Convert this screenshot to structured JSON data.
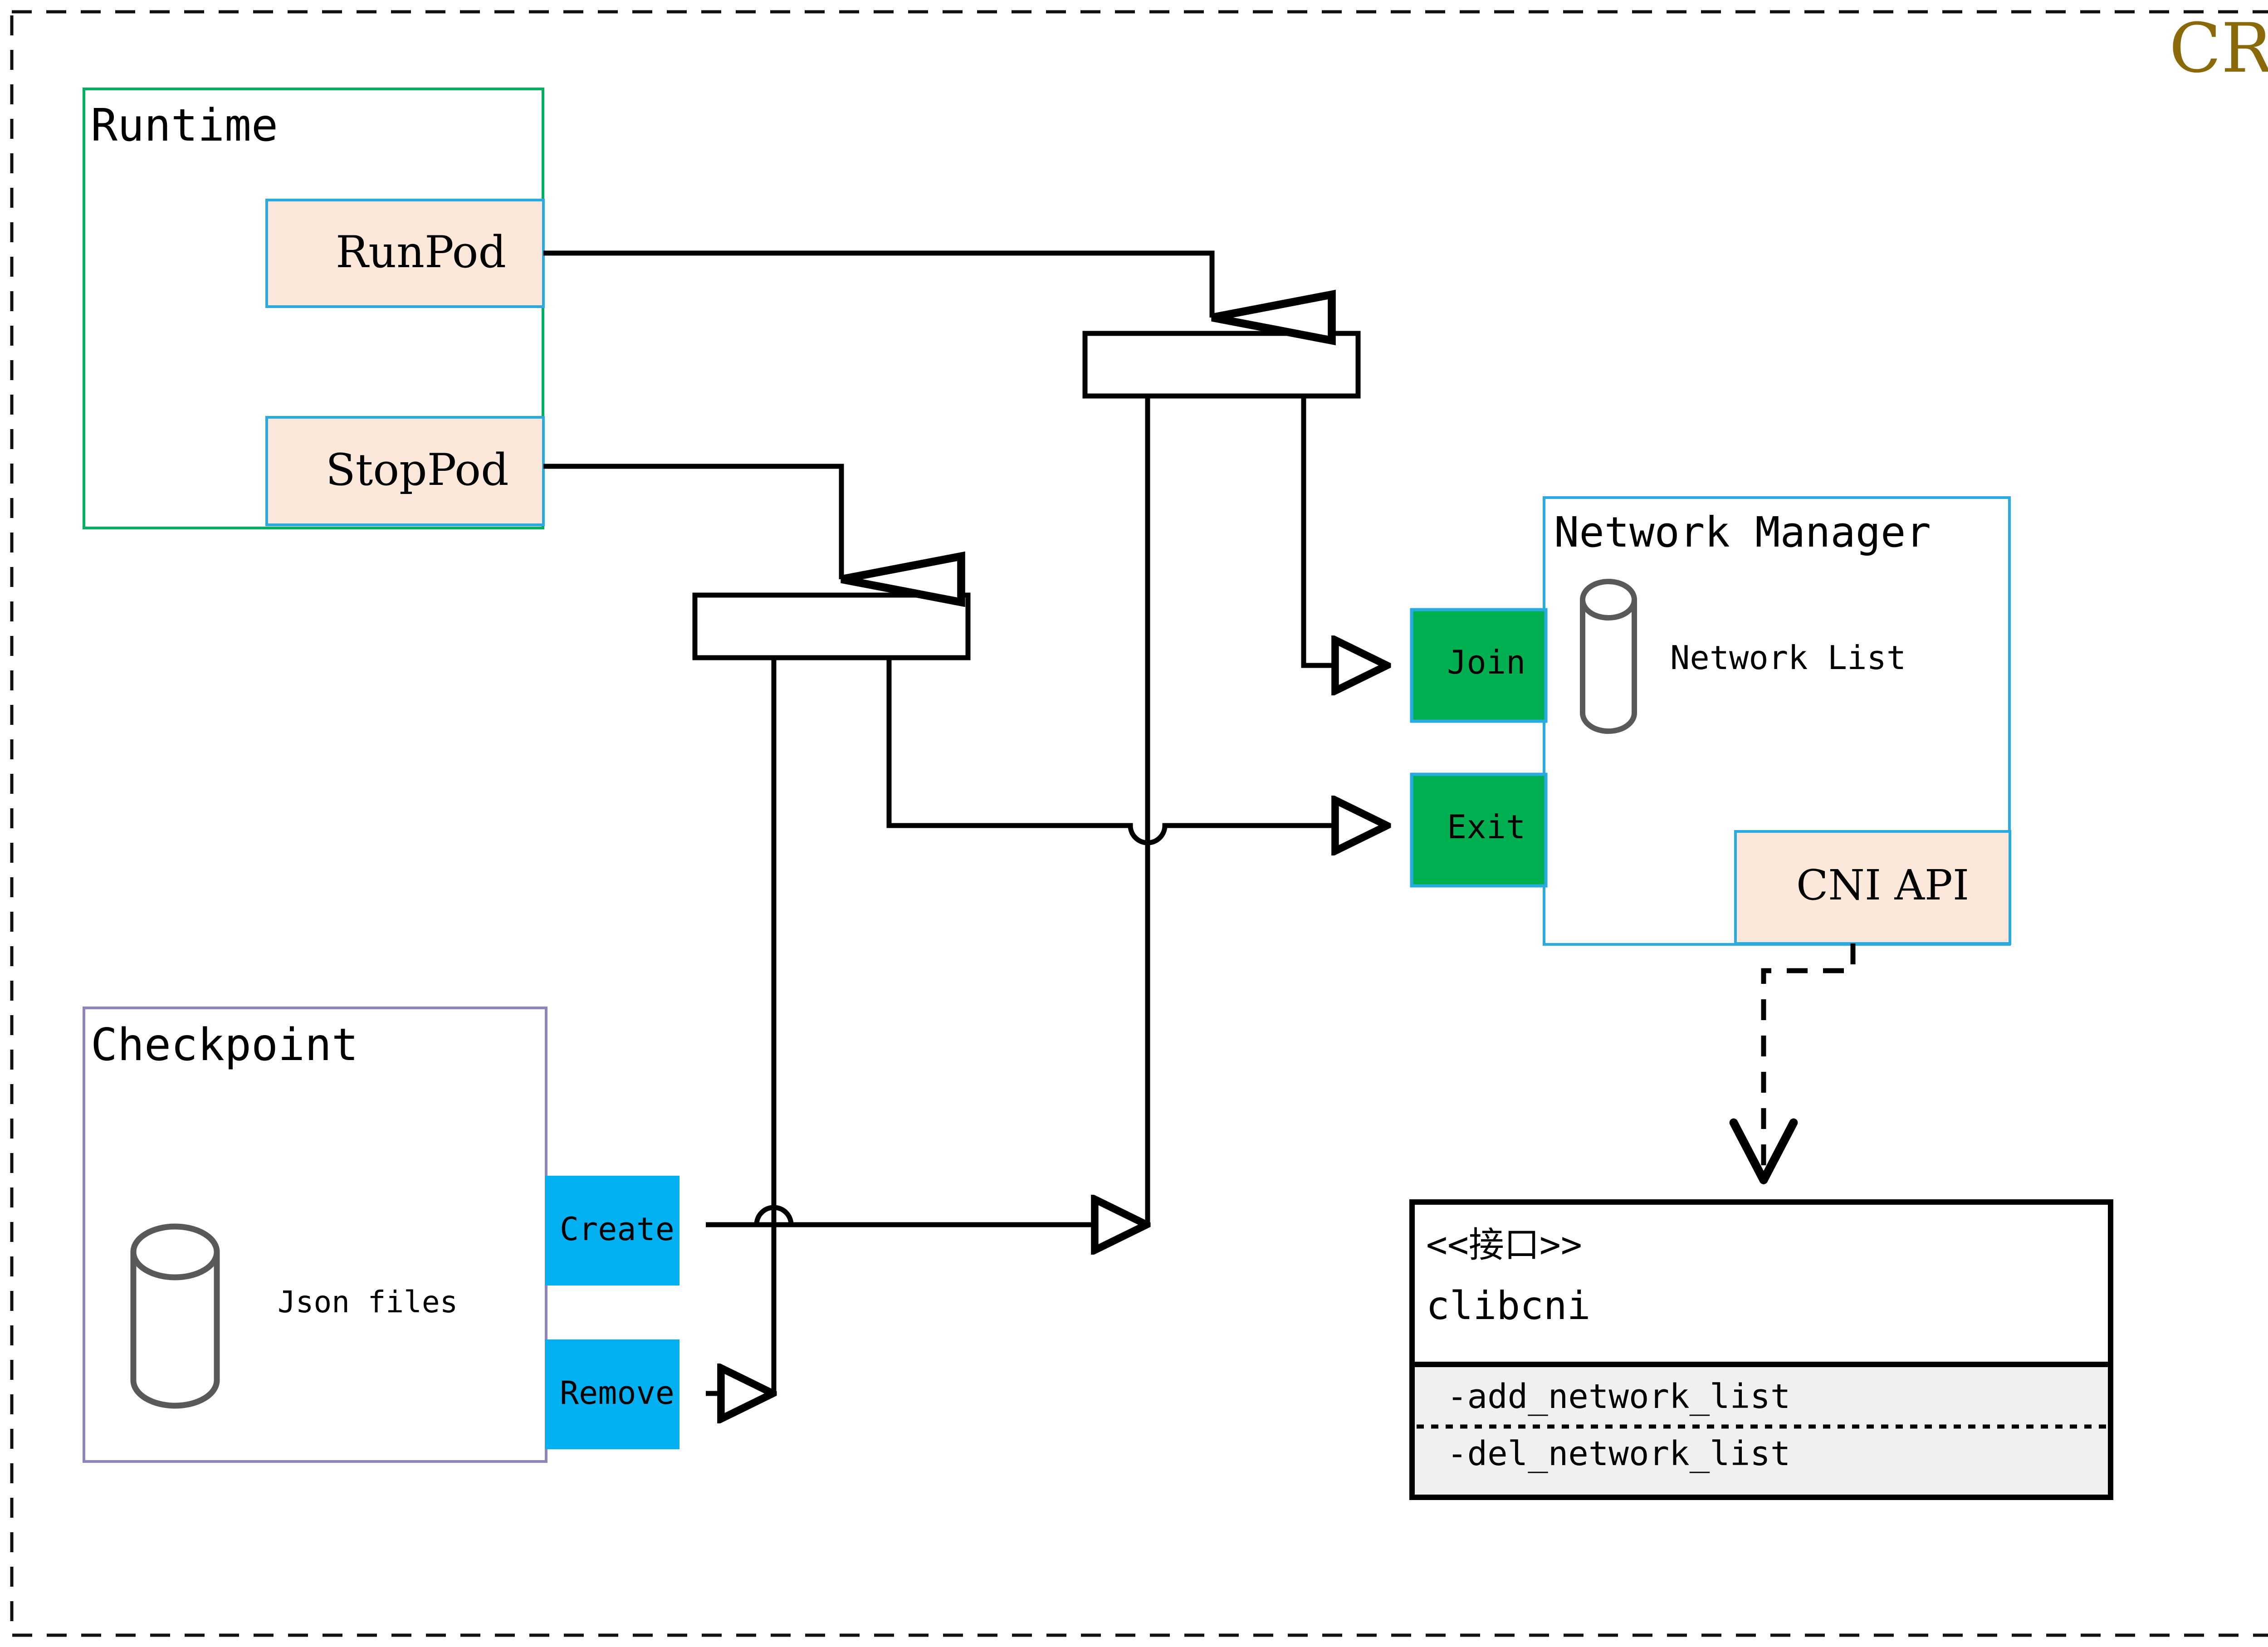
{
  "diagram": {
    "title": "CRI",
    "title_color": "#8a6a08",
    "outer_border": "dashed",
    "containers": [
      {
        "id": "runtime",
        "label": "Runtime",
        "border_color": "#00b060",
        "fill": "#ffffff"
      },
      {
        "id": "checkpoint",
        "label": "Checkpoint",
        "border_color": "#9184bd",
        "fill": "#ffffff"
      },
      {
        "id": "network-manager",
        "label": "Network Manager",
        "border_color": "#29abe2",
        "fill": "#ffffff"
      }
    ],
    "operations": [
      {
        "id": "runpod",
        "label": "RunPod",
        "fill": "#fce8da",
        "border_color": "#29abe2"
      },
      {
        "id": "stoppod",
        "label": "StopPod",
        "fill": "#fce8da",
        "border_color": "#29abe2"
      },
      {
        "id": "cni-api",
        "label": "CNI API",
        "fill": "#fce8da",
        "border_color": "#29abe2"
      },
      {
        "id": "join",
        "label": "Join",
        "fill": "#00b050",
        "border_color": "#29abe2"
      },
      {
        "id": "exit",
        "label": "Exit",
        "fill": "#00b050",
        "border_color": "#29abe2"
      },
      {
        "id": "create",
        "label": "Create",
        "fill": "#00b0f0",
        "border_color": "#00b0f0"
      },
      {
        "id": "remove",
        "label": "Remove",
        "fill": "#00b0f0",
        "border_color": "#00b0f0"
      }
    ],
    "datastores": [
      {
        "id": "json-files",
        "label": "Json files",
        "stroke": "#595959"
      },
      {
        "id": "network-list",
        "label": "Network List",
        "stroke": "#595959"
      }
    ],
    "interface": {
      "id": "clibcni",
      "stereotype": "<<接口>>",
      "name": "clibcni",
      "methods": [
        "-add_network_list",
        "-del_network_list"
      ],
      "methods_fill": "#f0f0f0",
      "border_color": "#000000"
    },
    "fork_bars": [
      {
        "id": "fork-bar-runpod"
      },
      {
        "id": "fork-bar-stoppod"
      }
    ],
    "edges": [
      {
        "from": "runpod",
        "to": "fork-bar-runpod",
        "style": "solid",
        "arrow": "hollow-triangle"
      },
      {
        "from": "stoppod",
        "to": "fork-bar-stoppod",
        "style": "solid",
        "arrow": "hollow-triangle"
      },
      {
        "from": "fork-bar-runpod",
        "to": "join",
        "style": "solid",
        "arrow": "hollow-triangle"
      },
      {
        "from": "fork-bar-runpod",
        "to": "create",
        "style": "solid",
        "arrow": "hollow-triangle"
      },
      {
        "from": "fork-bar-stoppod",
        "to": "exit",
        "style": "solid",
        "arrow": "hollow-triangle"
      },
      {
        "from": "fork-bar-stoppod",
        "to": "remove",
        "style": "solid",
        "arrow": "hollow-triangle"
      },
      {
        "from": "cni-api",
        "to": "clibcni",
        "style": "dashed",
        "arrow": "open-v"
      }
    ]
  }
}
